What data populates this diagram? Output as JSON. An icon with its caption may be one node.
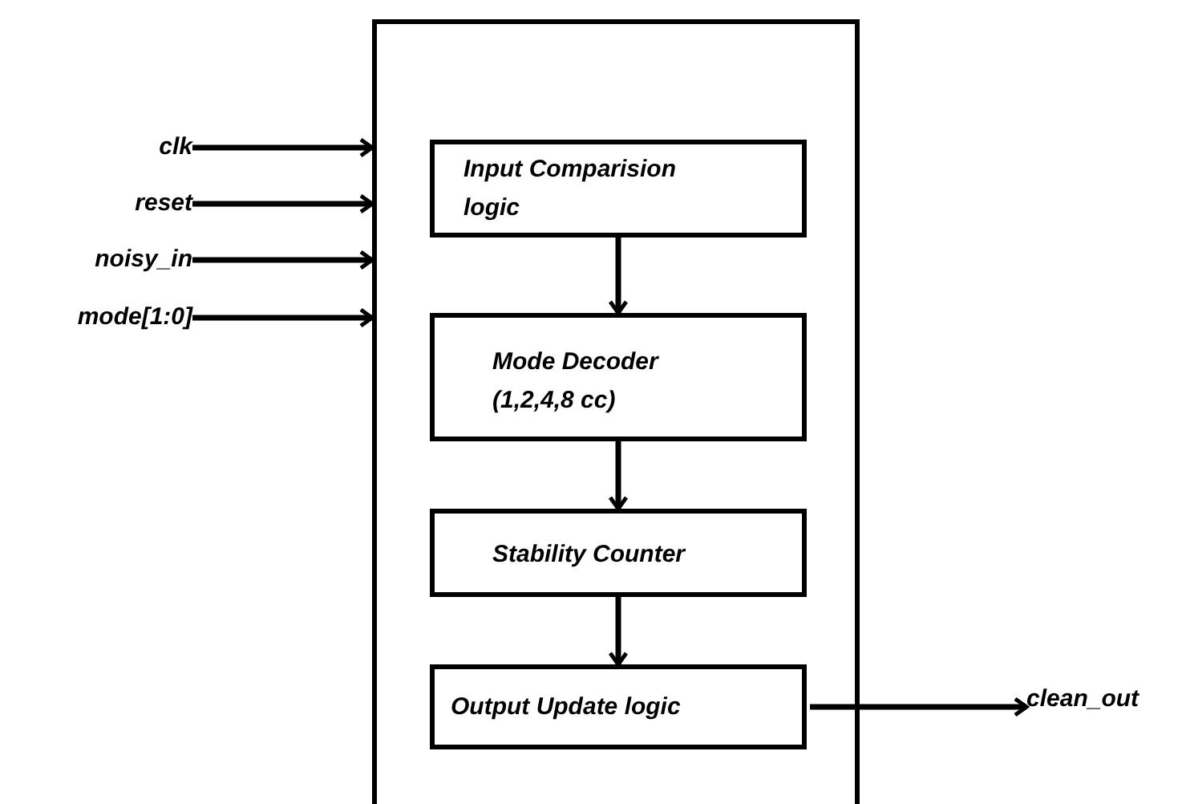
{
  "diagram": {
    "nodes": [
      {
        "text": [],
        "shape": "box"
      },
      {
        "text": [
          "Input Comparision logic"
        ],
        "in": 0
      },
      {
        "text": [
          "Mode Decoder (1,2,4,8 cc)"
        ],
        "in": 0
      },
      {
        "text": [
          "Stability Counter"
        ],
        "in": 0
      },
      {
        "text": [
          "Output Update logic"
        ],
        "in": 0
      },
      {
        "text": [
          "clk"
        ]
      },
      {
        "text": [
          "reset"
        ]
      },
      {
        "text": [
          "noisy_in"
        ]
      },
      {
        "text": [
          "mode[1:0]"
        ]
      },
      {
        "text": [
          "clean_out"
        ]
      }
    ],
    "edges": [
      {
        "from": 5,
        "to": 0,
        "arrow": "to"
      },
      {
        "from": 6,
        "to": 0,
        "arrow": "to"
      },
      {
        "from": 7,
        "to": 0,
        "arrow": "to"
      },
      {
        "from": 8,
        "to": 0,
        "arrow": "to"
      },
      {
        "from": 1,
        "to": 2,
        "arrow": "to"
      },
      {
        "from": 2,
        "to": 3,
        "arrow": "to"
      },
      {
        "from": 3,
        "to": 4,
        "arrow": "to"
      },
      {
        "from": 4,
        "to": 9,
        "arrow": "to"
      }
    ]
  }
}
